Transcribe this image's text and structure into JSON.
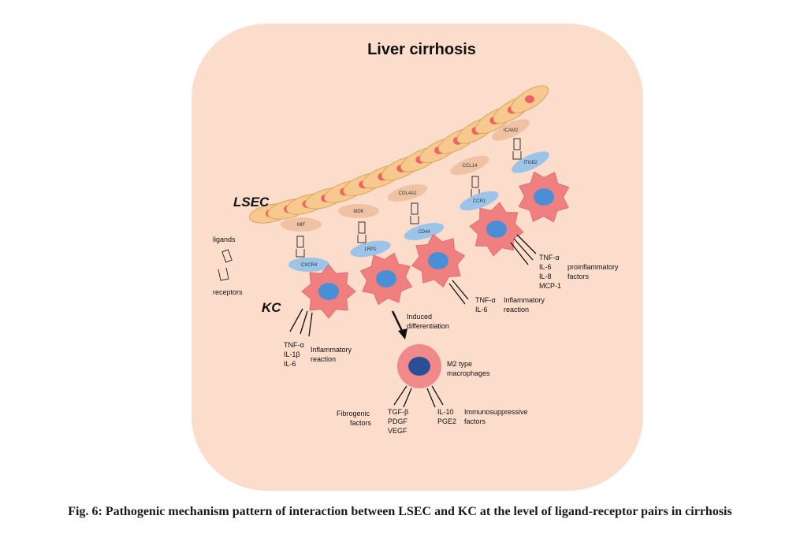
{
  "title": "Liver cirrhosis",
  "lsec_label": "LSEC",
  "kc_label": "KC",
  "legend": {
    "ligands": "ligands",
    "receptors": "receptors"
  },
  "pairs": [
    {
      "ligand": "MIF",
      "receptor": "CXCR4"
    },
    {
      "ligand": "MDK",
      "receptor": "LRP1"
    },
    {
      "ligand": "COL4A2",
      "receptor": "CD44"
    },
    {
      "ligand": "CCL14",
      "receptor": "CCR1"
    },
    {
      "ligand": "ICAM2",
      "receptor": "ITGB2"
    }
  ],
  "kc_left": {
    "factors": [
      "TNF-α",
      "IL-1β",
      "IL-6"
    ],
    "effect": [
      "Inflammatory",
      "reaction"
    ]
  },
  "kc_middle": {
    "factors": [
      "TNF-α",
      "IL-6"
    ],
    "effect": [
      "Inflammatory",
      "reaction"
    ]
  },
  "kc_right": {
    "factors": [
      "TNF-α",
      "IL-6",
      "IL-8",
      "MCP-1"
    ],
    "effect": [
      "proinflammatory",
      "factors"
    ]
  },
  "arrow_label": [
    "Induced",
    "differentiation"
  ],
  "m2": {
    "label": [
      "M2 type",
      "macrophages"
    ],
    "fibrogenic_label": [
      "Fibrogenic",
      "factors"
    ],
    "fibrogenic_factors": [
      "TGF-β",
      "PDGF",
      "VEGF"
    ],
    "immuno_factors": [
      "IL-10",
      "PGE2"
    ],
    "immuno_label": [
      "Immunosuppressive",
      "factors"
    ]
  },
  "caption": "Fig. 6: Pathogenic mechanism pattern of interaction between LSEC and KC at the level of ligand-receptor pairs in cirrhosis",
  "colors": {
    "background_panel": "#fcdccb",
    "endothelial_cell": "#f8c98e",
    "cell_nucleus": "#f0606a",
    "ligand": "#f0c2a4",
    "receptor": "#9cc3e8",
    "kupffer_cell": "#f07f80",
    "kupffer_nucleus": "#4a8fd6",
    "m2_outer": "#f08a8a",
    "m2_nucleus": "#2a4f97"
  }
}
